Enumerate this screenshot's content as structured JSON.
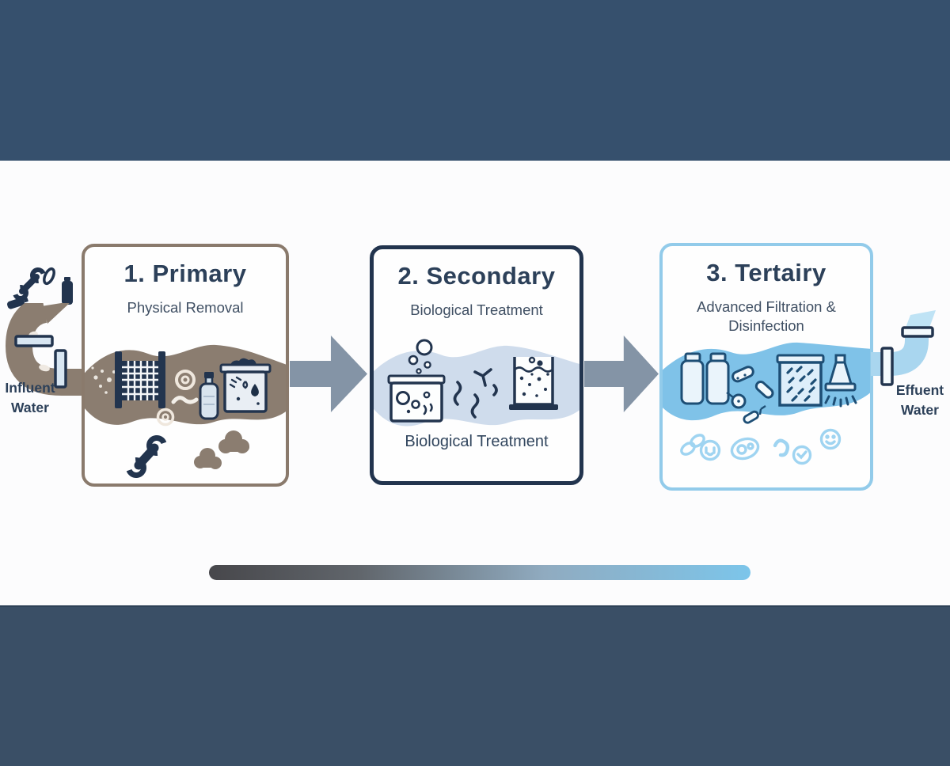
{
  "colors": {
    "top_band": "#36506d",
    "bottom_band": "#3a4f66",
    "canvas": "#fcfcfd",
    "title_text": "#2c4059",
    "subtitle_text": "#3f4f63",
    "arrow": "#8494a6",
    "flow_bar_start": "#47474b",
    "flow_bar_end": "#7cc5ea",
    "primary_border": "#8a7a6c",
    "primary_water_band": "#8b7d70",
    "secondary_border": "#22344e",
    "secondary_water_band": "#cfdcec",
    "tertiary_border": "#92cbea",
    "tertiary_water_band": "#7fc2e8",
    "influent_pipe": "#8b7d70",
    "effluent_pipe": "#a9d6ef"
  },
  "stages": [
    {
      "title": "1. Primary",
      "subtitle": "Physical Removal",
      "icons": [
        "debris-particles",
        "bar-screen",
        "bubble-rings",
        "plastic-bottle",
        "trash-bin",
        "wrench",
        "sludge-clumps"
      ]
    },
    {
      "title": "2. Secondary",
      "subtitle": "Biological Treatment",
      "caption": "Biological Treatment",
      "icons": [
        "aeration-tank",
        "air-bubbles",
        "microbes",
        "settling-tank"
      ]
    },
    {
      "title": "3. Tertairy",
      "subtitle": "Advanced Filtration & Disinfection",
      "icons": [
        "filter-cartridges",
        "pathogens",
        "membrane-filter",
        "uv-disinfection-lamp",
        "neutralized-microbes"
      ]
    }
  ],
  "endpoints": {
    "influent": {
      "line1": "Influent",
      "line2": "Water"
    },
    "effluent": {
      "line1": "Effuent",
      "line2": "Water"
    }
  }
}
